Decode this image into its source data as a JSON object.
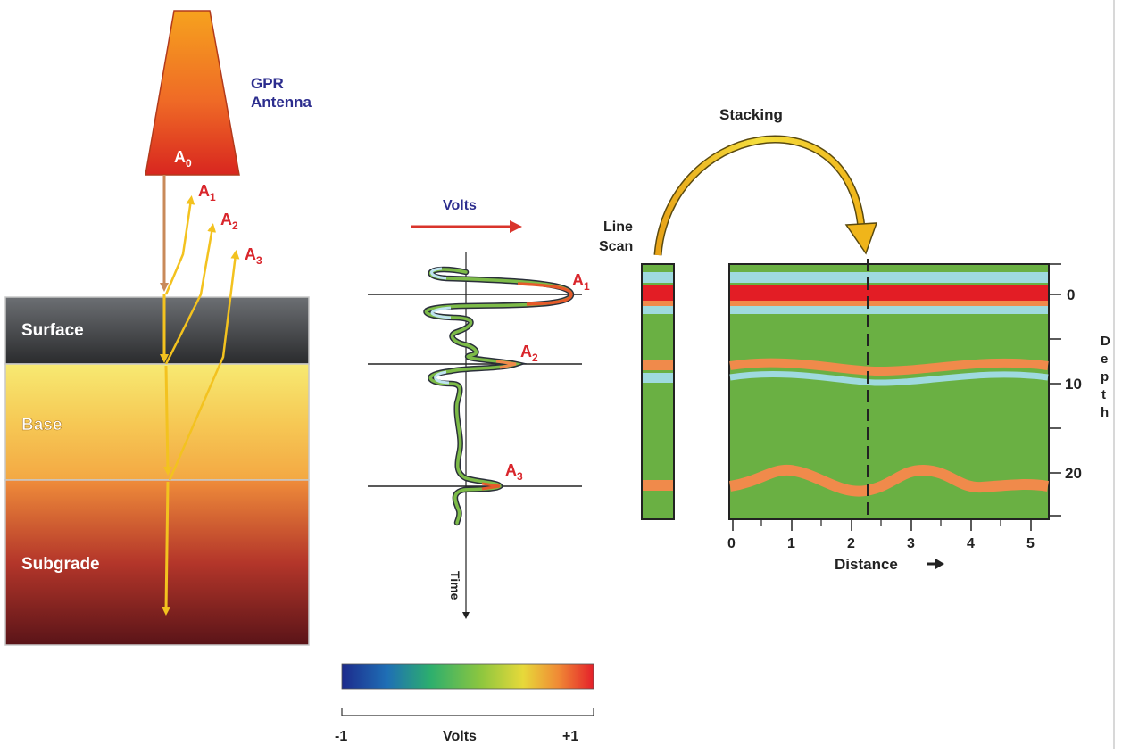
{
  "antenna": {
    "label_line1": "GPR",
    "label_line2": "Antenna",
    "amp": {
      "main": "A",
      "sub": "0"
    }
  },
  "reflections": [
    {
      "main": "A",
      "sub": "1"
    },
    {
      "main": "A",
      "sub": "2"
    },
    {
      "main": "A",
      "sub": "3"
    }
  ],
  "layers": {
    "surface": "Surface",
    "base": "Base",
    "subgrade": "Subgrade"
  },
  "waveform": {
    "volts_label": "Volts",
    "time_label": "Time",
    "peaks": [
      {
        "main": "A",
        "sub": "1"
      },
      {
        "main": "A",
        "sub": "2"
      },
      {
        "main": "A",
        "sub": "3"
      }
    ]
  },
  "colorbar": {
    "min": "-1",
    "max": "+1",
    "label": "Volts",
    "colors": {
      "low": "#1c2a8c",
      "mid": "#8cc63f",
      "high": "#e4202a"
    }
  },
  "line_scan": {
    "line1": "Line",
    "line2": "Scan"
  },
  "stacking_label": "Stacking",
  "bscan": {
    "x_label": "Distance",
    "x_ticks": [
      "0",
      "1",
      "2",
      "3",
      "4",
      "5"
    ],
    "depth_ticks": [
      "0",
      "10",
      "20"
    ],
    "depth_letters": [
      "D",
      "e",
      "p",
      "t",
      "h"
    ],
    "colors": {
      "background": "#6ab043",
      "red": "#e31d25",
      "cyan": "#9fdadf",
      "orange": "#f08a4b",
      "blue": "#4fb7e0"
    }
  }
}
